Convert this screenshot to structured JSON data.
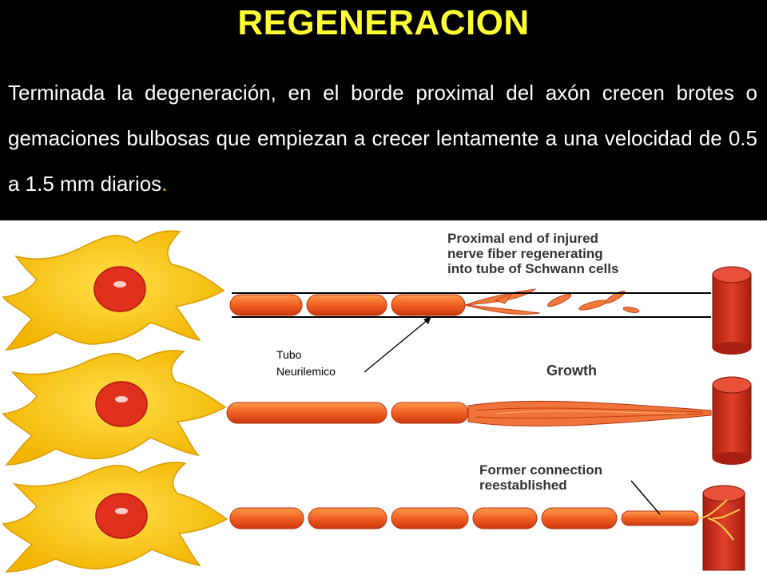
{
  "header": {
    "title": "REGENERACION",
    "body_main": "Terminada la degeneración, en el borde proximal del axón crecen brotes o gemaciones bulbosas que empiezan a crecer lentamente a una velocidad de 0.5 a 1.5 mm diarios",
    "body_end": "."
  },
  "figure": {
    "label_proximal": [
      "Proximal end of injured",
      "nerve fiber regenerating",
      "into tube of Schwann cells"
    ],
    "label_growth": "Growth",
    "label_former": [
      "Former connection",
      "reestablished"
    ],
    "label_tubo": [
      "Tubo",
      "Neurilemico"
    ]
  },
  "colors": {
    "title": "#ffff33",
    "neuron": "#f5c400",
    "nucleus": "#e0301e",
    "axon": "#ee5a1e",
    "muscle": "#cc2a1a"
  }
}
